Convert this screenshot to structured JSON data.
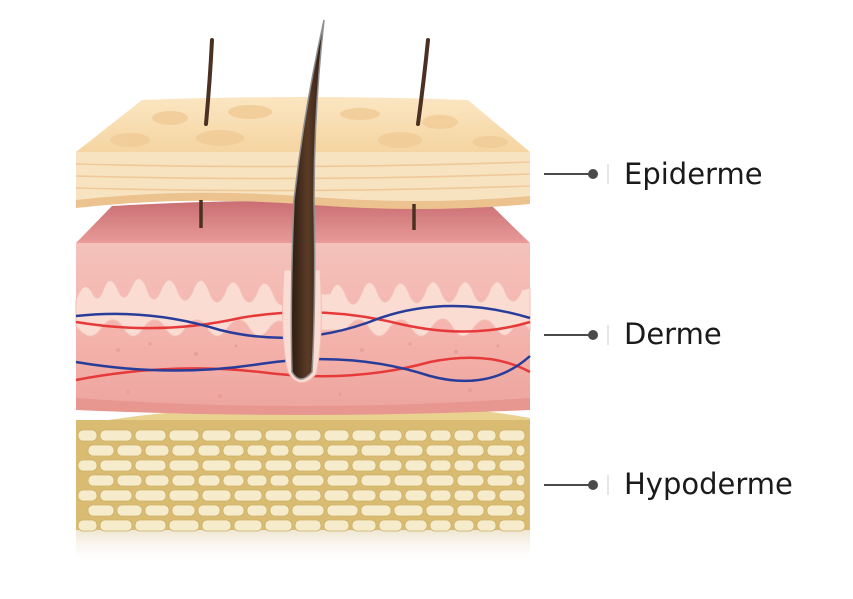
{
  "labels": {
    "epiderme": "Epiderme",
    "derme": "Derme",
    "hypoderme": "Hypoderme"
  },
  "colors": {
    "epidermis_top": "#f8dcae",
    "epidermis_front": "#f7e3c0",
    "dermis_top": "#d97f82",
    "dermis_front": "#f4b3ae",
    "papillae": "#fad9cf",
    "hypodermis": "#e0c57f",
    "fat_cell": "#f6eccb",
    "hair": "#4a3121",
    "artery": "#e63a3a",
    "vein": "#283c9a",
    "leader_line": "#4a4a4a"
  }
}
